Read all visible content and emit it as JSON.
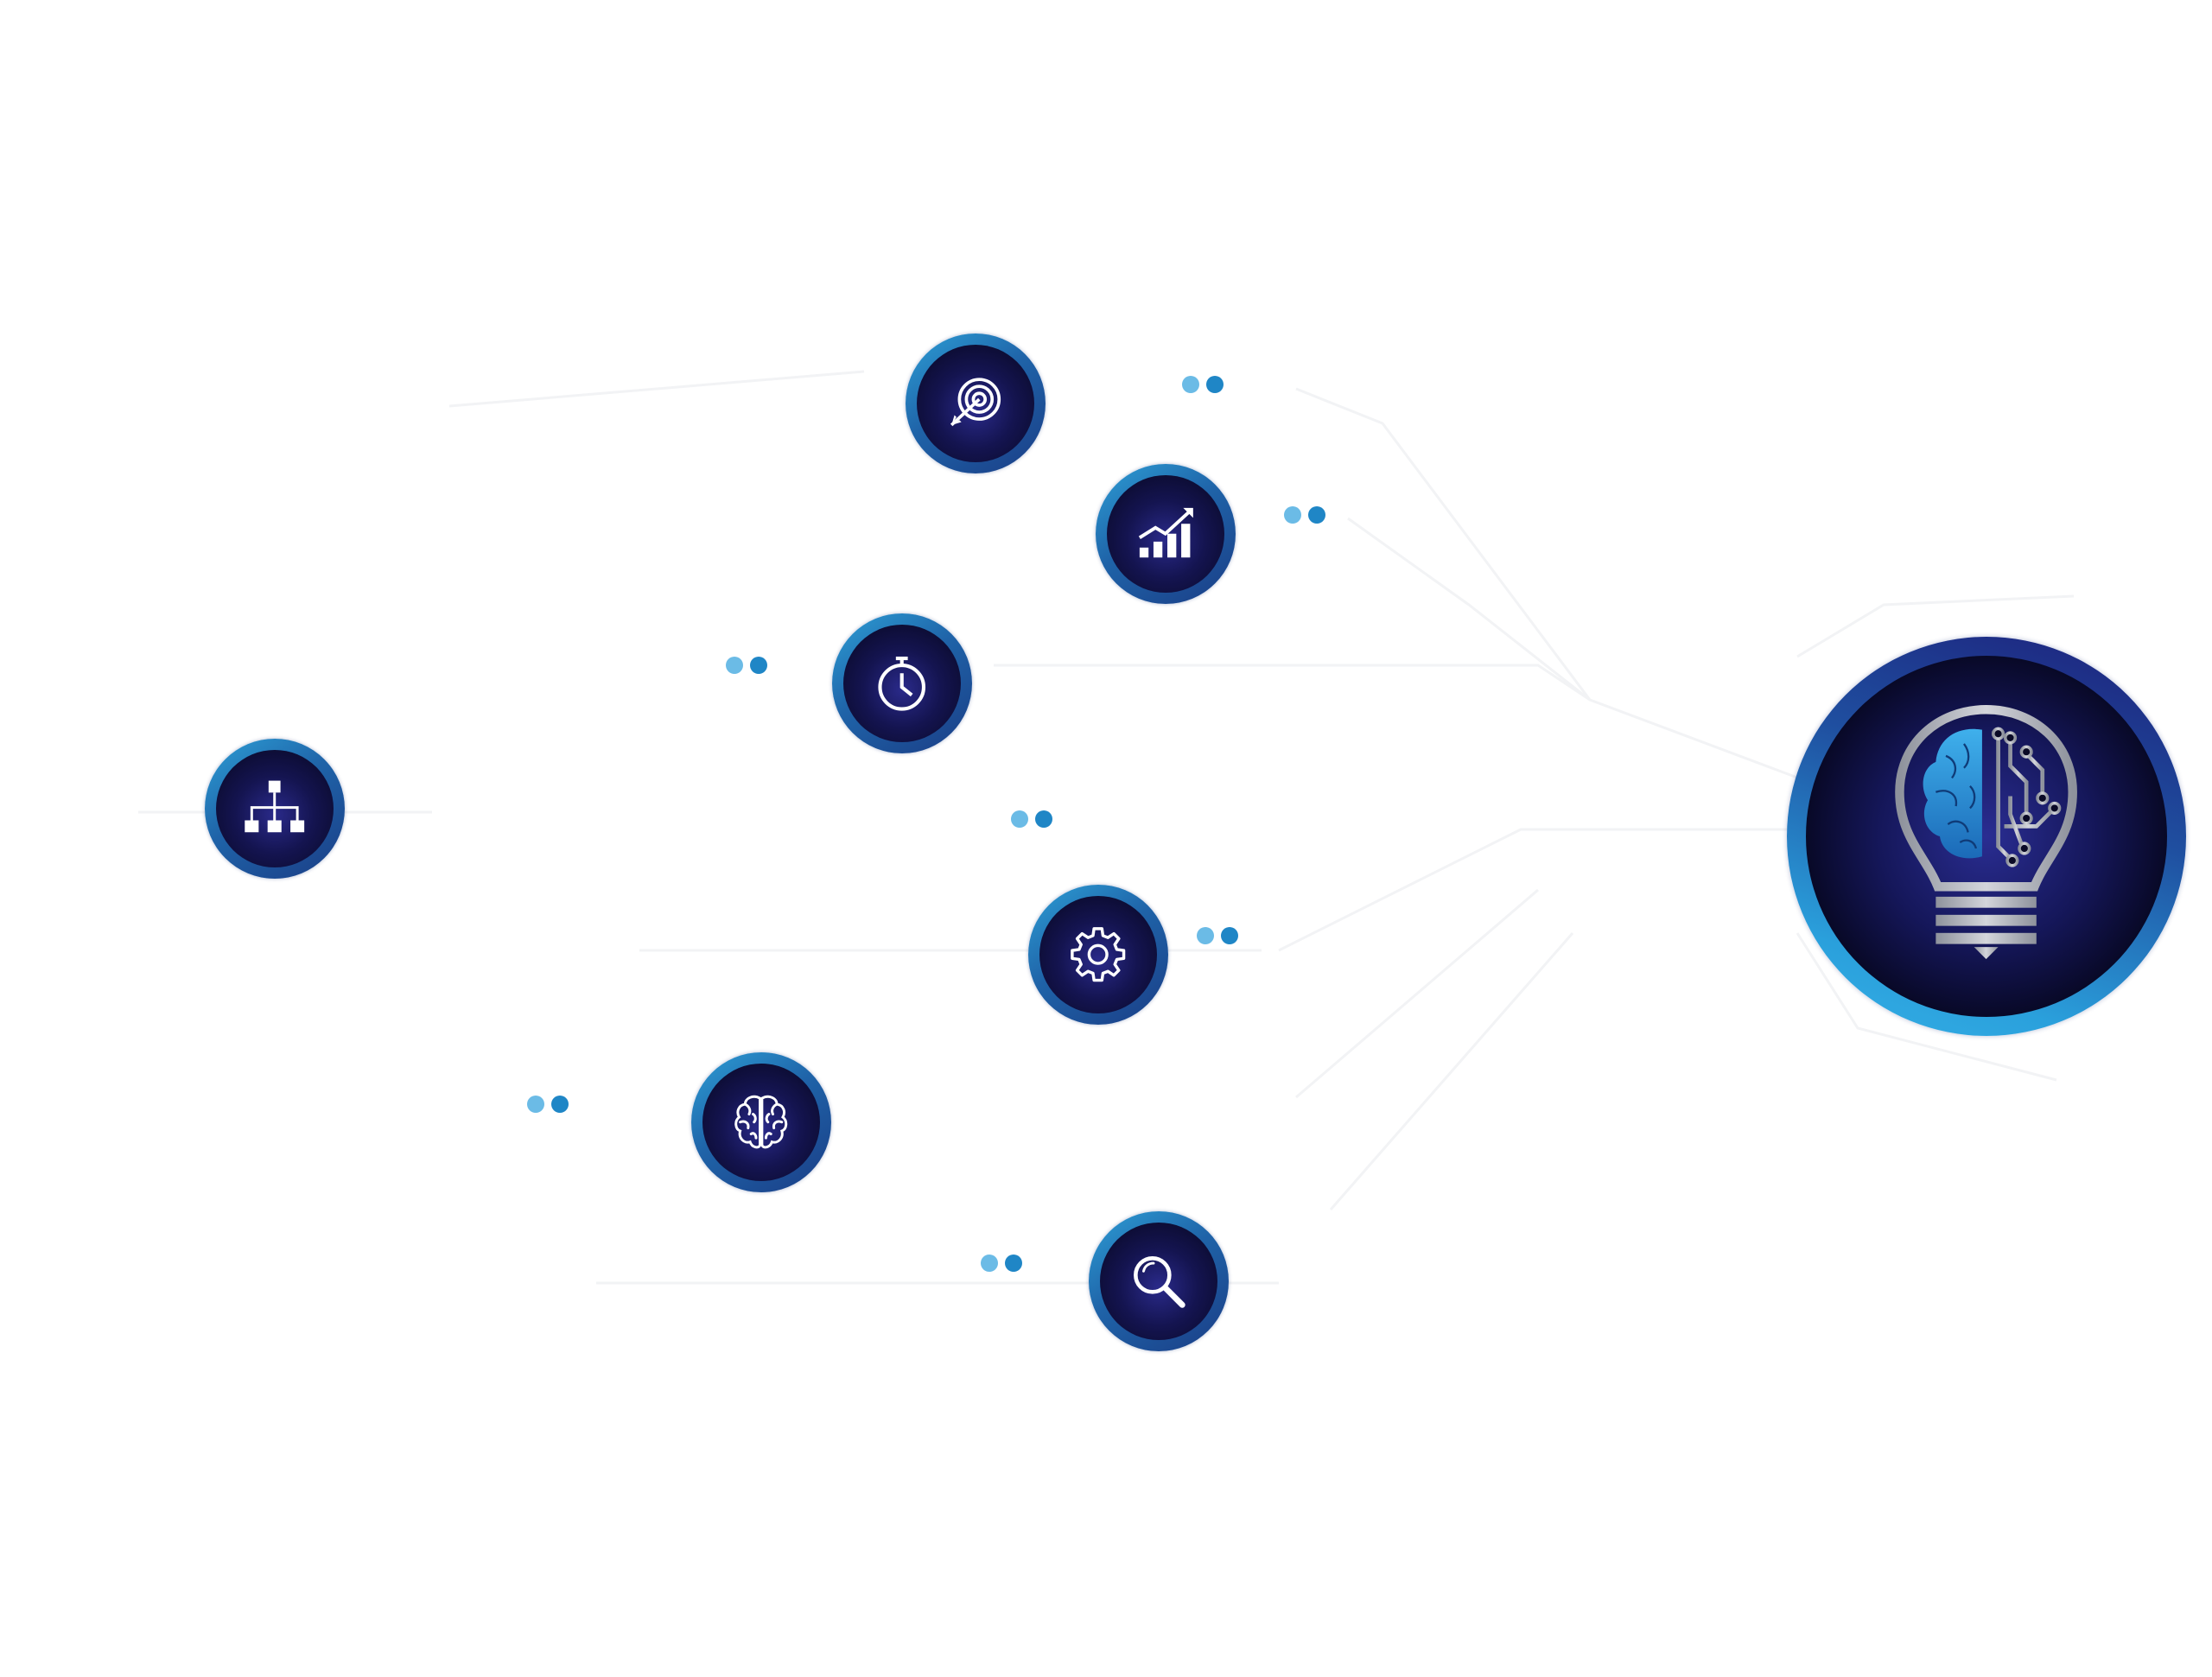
{
  "diagram": {
    "hub": {
      "icon": "lightbulb-brain-circuit-icon"
    },
    "nodes": [
      {
        "id": "target",
        "icon": "target-icon"
      },
      {
        "id": "growth",
        "icon": "growth-chart-icon"
      },
      {
        "id": "stopwatch",
        "icon": "stopwatch-icon"
      },
      {
        "id": "hierarchy",
        "icon": "org-chart-icon"
      },
      {
        "id": "gear",
        "icon": "gear-icon"
      },
      {
        "id": "brain",
        "icon": "brain-icon"
      },
      {
        "id": "search",
        "icon": "magnifier-icon"
      }
    ]
  },
  "colors": {
    "node_ring_light": "#2d9fd6",
    "node_ring_dark": "#1a3d86",
    "node_core": "#07071e",
    "dot_light": "#6bbbe6",
    "dot_dark": "#1f86c6",
    "hub_ring": "#35b0e6",
    "brain_blue": "#2a9ae0",
    "bulb_silver": "#b5b8c2",
    "connector_line": "#f3f4f6"
  }
}
